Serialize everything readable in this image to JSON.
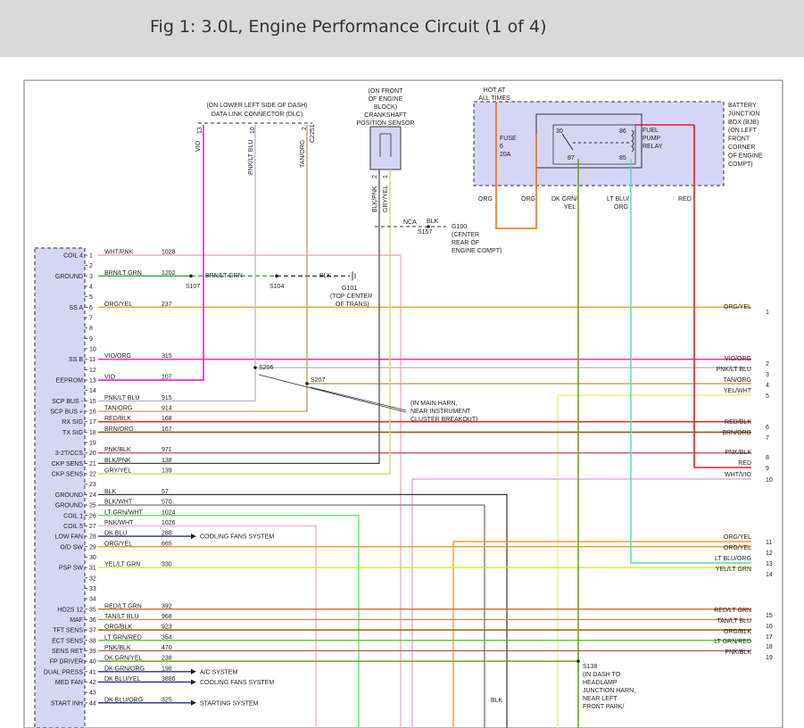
{
  "page": {
    "title": "Fig 1: 3.0L, Engine Performance Circuit (1 of 4)"
  },
  "labels": {
    "dlc_loc": "(ON LOWER LEFT SIDE OF DASH)",
    "dlc_name": "DATA LINK CONNECTOR (DLC)",
    "ckp_loc1": "(ON FRONT",
    "ckp_loc2": "OF ENGINE",
    "ckp_loc3": "BLOCK)",
    "ckp_name1": "CRANKSHAFT",
    "ckp_name2": "POSITION SENSOR",
    "hot1": "HOT AT",
    "hot2": "ALL TIMES",
    "bjb1": "BATTERY",
    "bjb2": "JUNCTION",
    "bjb3": "BOX (BJB)",
    "bjb4": "(ON LEFT",
    "bjb5": "FRONT",
    "bjb6": "CORNER",
    "bjb7": "OF ENGINE",
    "bjb8": "COMPT)",
    "fuse1": "FUSE",
    "fuse2": "6",
    "fuse3": "20A",
    "relay1": "FUEL",
    "relay2": "PUMP",
    "relay3": "RELAY",
    "r30": "30",
    "r86": "86",
    "r87": "87",
    "r85": "85",
    "nca": "NCA",
    "blk_g100": "BLK",
    "s157": "S157",
    "g100_1": "G100",
    "g100_2": "(CENTER",
    "g100_3": "REAR OF",
    "g100_4": "ENGINE COMPT)",
    "s107": "S107",
    "s104": "S104",
    "brn_ltgrn_mid": "BRN/LT GRN",
    "blk_g101": "BLK",
    "g101_1": "G101",
    "g101_2": "(TOP CENTER",
    "g101_3": "OF TRANS)",
    "s206": "S206",
    "s207": "S207",
    "harn1": "(IN MAIN HARN,",
    "harn2": "NEAR INSTRUMENT",
    "harn3": "CLUSTER BREAKOUT)",
    "s138": "S138",
    "s138_1": "(IN DASH TO",
    "s138_2": "HEADLAMP",
    "s138_3": "JUNCTION HARN,",
    "s138_4": "NEAR LEFT",
    "s138_5": "FRONT PARK/",
    "blk_bottom": "BLK",
    "dlc_vio": "VIO",
    "dlc_pnk": "PNK/LT BLU",
    "dlc_tan": "TAN/ORG",
    "dlc_p13": "13",
    "dlc_p10": "10",
    "dlc_p2": "2",
    "dlc_c2251": "C2251",
    "ckp_blkpnk": "BLK/PNK",
    "ckp_gryyel": "GRY/YEL",
    "ckp_p2": "2",
    "ckp_p1": "1",
    "top_org1": "ORG",
    "top_org2": "ORG",
    "top_dkgrn1": "DK GRN/",
    "top_dkgrn2": "YEL",
    "top_ltblu1": "LT BLU/",
    "top_ltblu2": "ORG",
    "top_red": "RED"
  },
  "pcm_rows": [
    {
      "pin": "1",
      "label": "COIL 4",
      "wire": "WHT/PNK",
      "circuit": "1028"
    },
    {
      "pin": "2",
      "label": "",
      "wire": "",
      "circuit": ""
    },
    {
      "pin": "3",
      "label": "GROUND",
      "wire": "BRN/LT GRN",
      "circuit": "1202"
    },
    {
      "pin": "4",
      "label": "",
      "wire": "",
      "circuit": ""
    },
    {
      "pin": "5",
      "label": "",
      "wire": "",
      "circuit": ""
    },
    {
      "pin": "6",
      "label": "SS A",
      "wire": "ORG/YEL",
      "circuit": "237"
    },
    {
      "pin": "7",
      "label": "",
      "wire": "",
      "circuit": ""
    },
    {
      "pin": "8",
      "label": "",
      "wire": "",
      "circuit": ""
    },
    {
      "pin": "9",
      "label": "",
      "wire": "",
      "circuit": ""
    },
    {
      "pin": "10",
      "label": "",
      "wire": "",
      "circuit": ""
    },
    {
      "pin": "11",
      "label": "SS B",
      "wire": "VIO/ORG",
      "circuit": "315"
    },
    {
      "pin": "12",
      "label": "",
      "wire": "",
      "circuit": ""
    },
    {
      "pin": "13",
      "label": "EEPROM",
      "wire": "VIO",
      "circuit": "107"
    },
    {
      "pin": "14",
      "label": "",
      "wire": "",
      "circuit": ""
    },
    {
      "pin": "15",
      "label": "SCP BUS -",
      "wire": "PNK/LT BLU",
      "circuit": "915"
    },
    {
      "pin": "16",
      "label": "SCP BUS +",
      "wire": "TAN/ORG",
      "circuit": "914"
    },
    {
      "pin": "17",
      "label": "RX SIG",
      "wire": "RED/BLK",
      "circuit": "168"
    },
    {
      "pin": "18",
      "label": "TX SIG",
      "wire": "BRN/ORG",
      "circuit": "167"
    },
    {
      "pin": "19",
      "label": "",
      "wire": "",
      "circuit": ""
    },
    {
      "pin": "20",
      "label": "3-2T/CCS",
      "wire": "PNK/BLK",
      "circuit": "971"
    },
    {
      "pin": "21",
      "label": "CKP SENS",
      "wire": "BLK/PNK",
      "circuit": "138"
    },
    {
      "pin": "22",
      "label": "CKP SENS",
      "wire": "GRY/YEL",
      "circuit": "139"
    },
    {
      "pin": "23",
      "label": "",
      "wire": "",
      "circuit": ""
    },
    {
      "pin": "24",
      "label": "GROUND",
      "wire": "BLK",
      "circuit": "57"
    },
    {
      "pin": "25",
      "label": "GROUND",
      "wire": "BLK/WHT",
      "circuit": "570"
    },
    {
      "pin": "26",
      "label": "COIL 1",
      "wire": "LT GRN/WHT",
      "circuit": "1024"
    },
    {
      "pin": "27",
      "label": "COIL 5",
      "wire": "PNK/WHT",
      "circuit": "1026"
    },
    {
      "pin": "28",
      "label": "LOW FAN",
      "wire": "DK BLU",
      "circuit": "288"
    },
    {
      "pin": "29",
      "label": "O/D SW",
      "wire": "ORG/YEL",
      "circuit": "665"
    },
    {
      "pin": "30",
      "label": "",
      "wire": "",
      "circuit": ""
    },
    {
      "pin": "31",
      "label": "PSP SW",
      "wire": "YEL/LT GRN",
      "circuit": "330"
    },
    {
      "pin": "32",
      "label": "",
      "wire": "",
      "circuit": ""
    },
    {
      "pin": "33",
      "label": "",
      "wire": "",
      "circuit": ""
    },
    {
      "pin": "34",
      "label": "",
      "wire": "",
      "circuit": ""
    },
    {
      "pin": "35",
      "label": "HO2S 12",
      "wire": "RED/LT GRN",
      "circuit": "392"
    },
    {
      "pin": "36",
      "label": "MAF",
      "wire": "TAN/LT BLU",
      "circuit": "968"
    },
    {
      "pin": "37",
      "label": "TFT SENS",
      "wire": "ORG/BLK",
      "circuit": "923"
    },
    {
      "pin": "38",
      "label": "ECT SENS",
      "wire": "LT GRN/RED",
      "circuit": "354"
    },
    {
      "pin": "39",
      "label": "SENS RET",
      "wire": "PNK/BLK",
      "circuit": "470"
    },
    {
      "pin": "40",
      "label": "FP DRIVER",
      "wire": "DK GRN/YEL",
      "circuit": "238"
    },
    {
      "pin": "41",
      "label": "DUAL PRESS",
      "wire": "DK GRN/ORG",
      "circuit": "198"
    },
    {
      "pin": "42",
      "label": "MED FAN",
      "wire": "DK BLU/YEL",
      "circuit": "3886"
    },
    {
      "pin": "43",
      "label": "",
      "wire": "",
      "circuit": ""
    },
    {
      "pin": "44",
      "label": "START INH",
      "wire": "DK BLU/ORG",
      "circuit": "325"
    }
  ],
  "arrows": [
    {
      "text": "COOLING FANS SYSTEM"
    },
    {
      "text": "A/C SYSTEM"
    },
    {
      "text": "COOLING FANS SYSTEM"
    },
    {
      "text": "STARTING SYSTEM"
    }
  ],
  "right_rows": [
    {
      "wire": "ORG/YEL",
      "num": "1"
    },
    {
      "wire": "VIO/ORG",
      "num": "2"
    },
    {
      "wire": "PNK/LT BLU",
      "num": "3"
    },
    {
      "wire": "TAN/ORG",
      "num": "4"
    },
    {
      "wire": "YEL/WHT",
      "num": "5"
    },
    {
      "wire": "RED/BLK",
      "num": "6"
    },
    {
      "wire": "BRN/ORG",
      "num": "7"
    },
    {
      "wire": "PNK/BLK",
      "num": "8"
    },
    {
      "wire": "RED",
      "num": "9"
    },
    {
      "wire": "WHT/VIO",
      "num": "10"
    },
    {
      "wire": "ORG/YEL",
      "num": "11"
    },
    {
      "wire": "ORG/YEL",
      "num": "12"
    },
    {
      "wire": "LT BLU/ORG",
      "num": "13"
    },
    {
      "wire": "YEL/LT GRN",
      "num": "14"
    },
    {
      "wire": "RED/LT GRN",
      "num": "15"
    },
    {
      "wire": "TAN/LT BLU",
      "num": "16"
    },
    {
      "wire": "ORG/BLK",
      "num": "17"
    },
    {
      "wire": "LT GRN/RED",
      "num": "18"
    },
    {
      "wire": "PNK/BLK",
      "num": "19"
    }
  ],
  "colors": {
    "header_bg": "#d9d9d9",
    "module_fill": "#d5d5f5",
    "pink": "#f2aec0",
    "brn_ltgrn": "#4caf50",
    "org_yel": "#f0a020",
    "vio": "#e020e0",
    "vio_org": "#e040a0",
    "pnk_ltblu": "#b0b0d0",
    "tan_org": "#c09040",
    "red_blk": "#e03030",
    "brn_org": "#a05020",
    "pnk_blk": "#b06070",
    "blk_pnk": "#444444",
    "gry_yel": "#d8d870",
    "blk": "#333333",
    "blk_wht": "#666666",
    "lt_grn_wht": "#70e070",
    "pnk_wht": "#f8b0c8",
    "yel_wht": "#f0f080",
    "yel_ltgrn": "#d8e830",
    "red_ltgrn": "#e06030",
    "tan_ltblu": "#c09060",
    "org_blk": "#a06000",
    "lt_grn_red": "#60c030",
    "dk_grn_yel": "#70a030",
    "lt_blu_org": "#60d0c0",
    "red": "#e02020",
    "org": "#f07010",
    "wht_vio": "#e0b0e0",
    "dk_blu": "#203080"
  }
}
